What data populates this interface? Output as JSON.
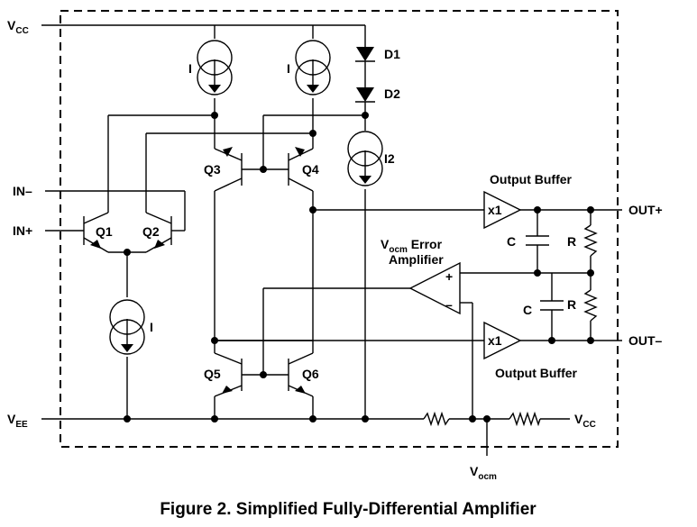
{
  "caption": "Figure 2.  Simplified Fully-Differential Amplifier",
  "rails": {
    "vcc_left_main": "V",
    "vcc_left_sub": "CC",
    "vee_main": "V",
    "vee_sub": "EE",
    "vcc_right_main": "V",
    "vcc_right_sub": "CC",
    "vocm_main": "V",
    "vocm_sub": "ocm"
  },
  "inputs": {
    "in_minus": "IN–",
    "in_plus": "IN+"
  },
  "outputs": {
    "out_plus": "OUT+",
    "out_minus": "OUT–"
  },
  "sources": {
    "i_left": "I",
    "i_mid": "I",
    "i_bottom": "I",
    "i2": "I2"
  },
  "diodes": {
    "d1": "D1",
    "d2": "D2"
  },
  "transistors": {
    "q1": "Q1",
    "q2": "Q2",
    "q3": "Q3",
    "q4": "Q4",
    "q5": "Q5",
    "q6": "Q6"
  },
  "buffers": {
    "top_title": "Output Buffer",
    "bottom_title": "Output Buffer",
    "top_gain": "x1",
    "bottom_gain": "x1"
  },
  "error_amp": {
    "title_main": "V",
    "title_sub": "ocm",
    "title_rest": " Error",
    "title_line2": "Amplifier",
    "plus": "+",
    "minus": "–"
  },
  "passives": {
    "c_top": "C",
    "r_top": "R",
    "c_bottom": "C",
    "r_bottom": "R"
  },
  "icons": [
    "current-source-icon",
    "diode-icon",
    "npn-transistor-icon",
    "pnp-transistor-icon",
    "buffer-triangle-icon",
    "opamp-triangle-icon",
    "capacitor-icon",
    "resistor-icon"
  ]
}
